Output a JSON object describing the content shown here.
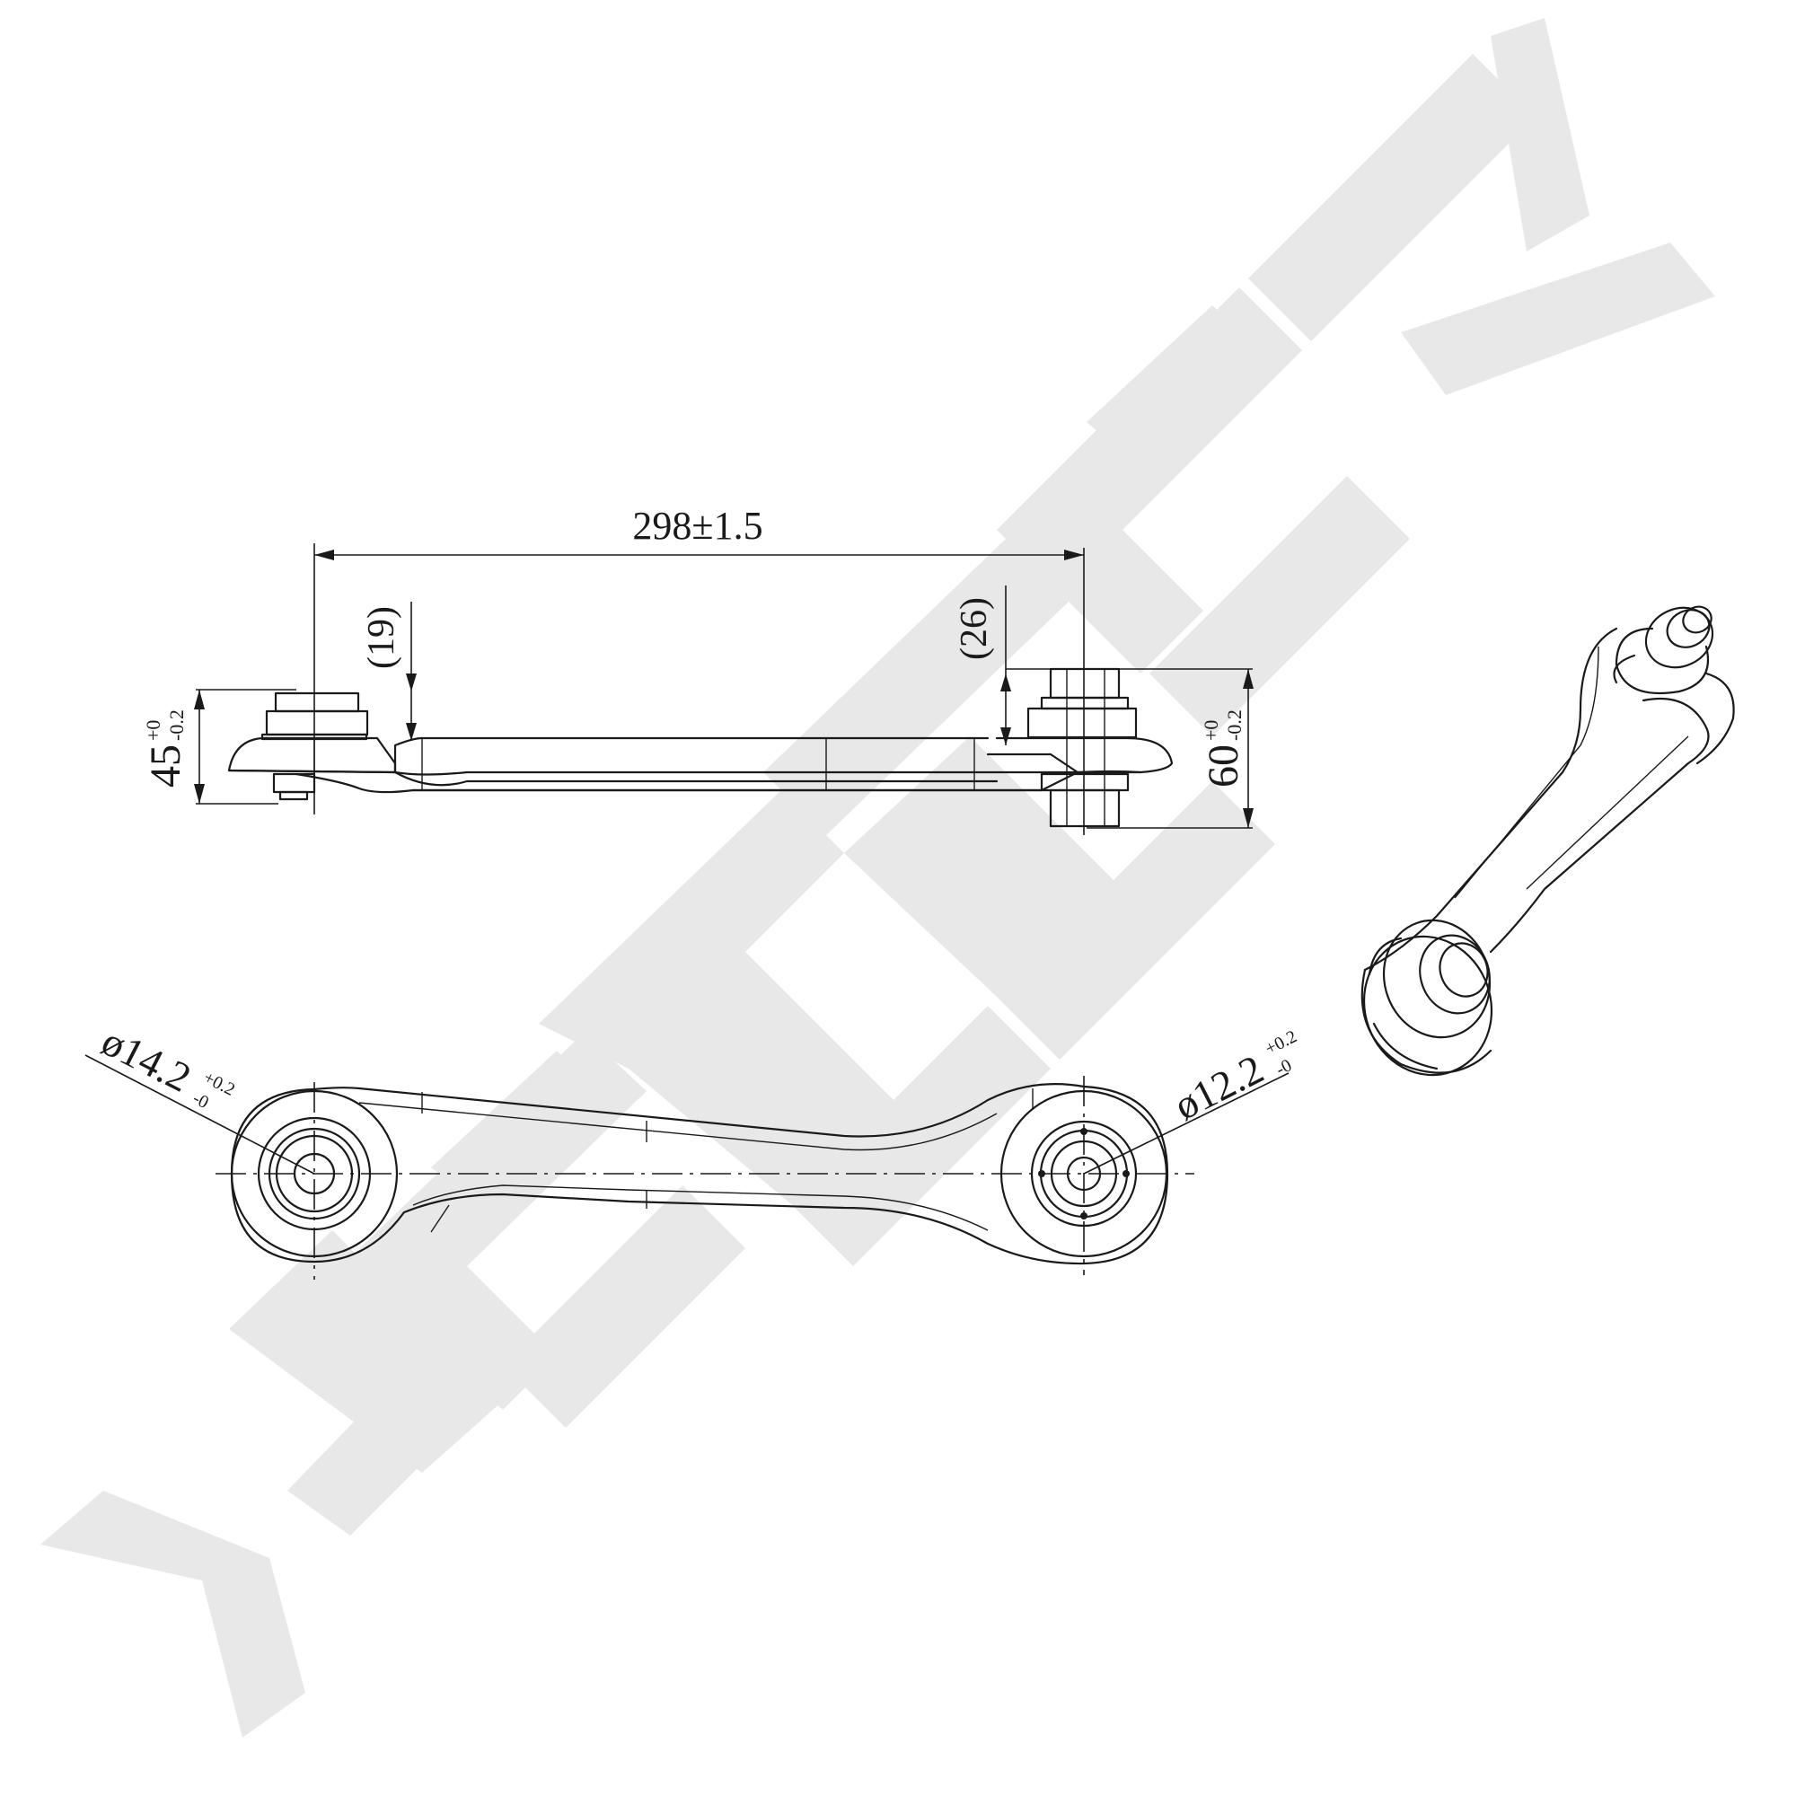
{
  "watermark": {
    "text": "ZENNEK",
    "color": "#e8e8e8"
  },
  "dimensions": {
    "center_distance": "298±1.5",
    "left_offset": "(19)",
    "right_offset": "(26)",
    "left_height": {
      "value": "45",
      "tol_upper": "+0",
      "tol_lower": "-0.2"
    },
    "right_height": {
      "value": "60",
      "tol_upper": "+0",
      "tol_lower": "-0.2"
    },
    "left_bore": {
      "value": "ø14.2",
      "tol_upper": "+0.2",
      "tol_lower": "-0"
    },
    "right_bore": {
      "value": "ø12.2",
      "tol_upper": "+0.2",
      "tol_lower": "-0"
    }
  },
  "line_color": "#1a1a1a"
}
